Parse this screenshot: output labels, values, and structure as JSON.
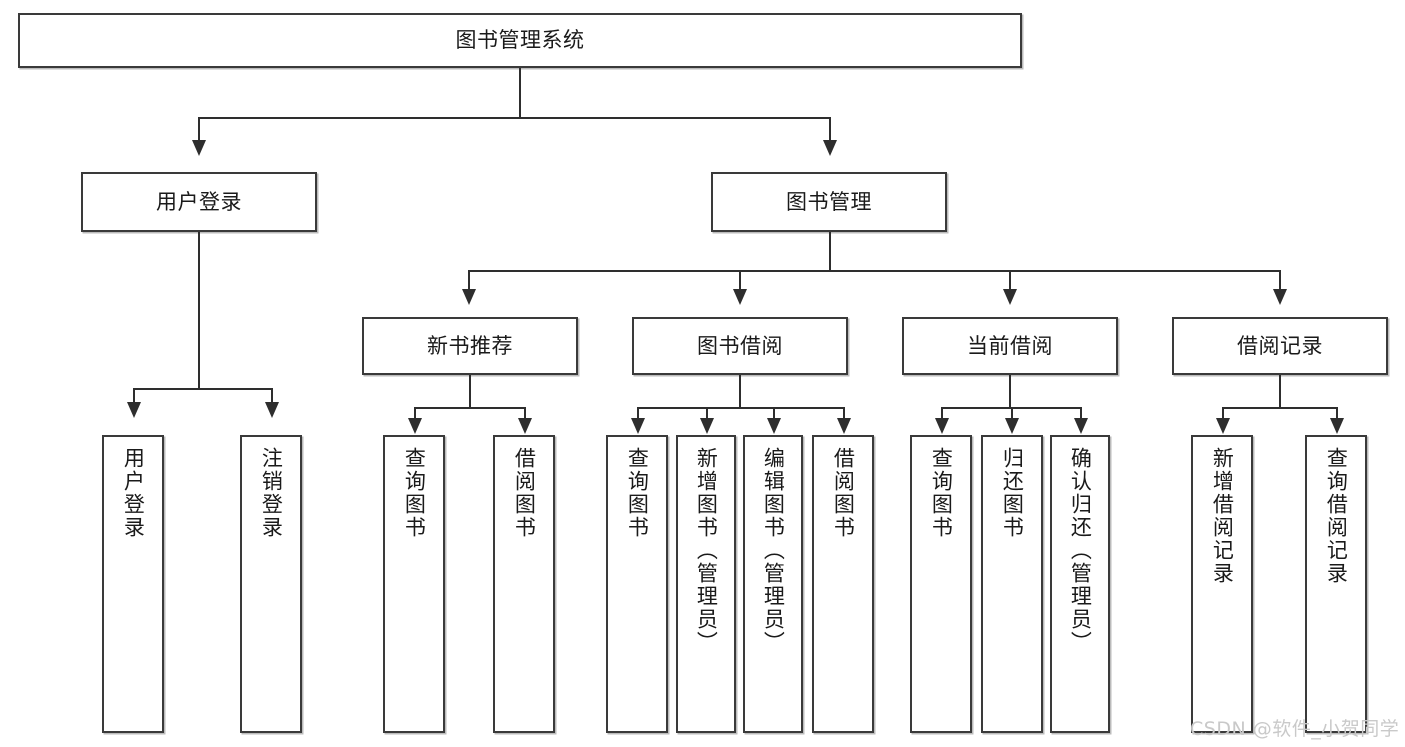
{
  "diagram": {
    "title": "图书管理系统",
    "type": "tree-hierarchy",
    "root": {
      "label": "图书管理系统"
    },
    "level1": [
      {
        "label": "用户登录"
      },
      {
        "label": "图书管理"
      }
    ],
    "level2": [
      {
        "label": "新书推荐"
      },
      {
        "label": "图书借阅"
      },
      {
        "label": "当前借阅"
      },
      {
        "label": "借阅记录"
      }
    ],
    "leaves": {
      "user_login": [
        {
          "label": "用户登录"
        },
        {
          "label": "注销登录"
        }
      ],
      "new_book_recommend": [
        {
          "label": "查询图书"
        },
        {
          "label": "借阅图书"
        }
      ],
      "book_borrow": [
        {
          "label": "查询图书"
        },
        {
          "label": "新增图书（管理员）"
        },
        {
          "label": "编辑图书（管理员）"
        },
        {
          "label": "借阅图书"
        }
      ],
      "current_borrow": [
        {
          "label": "查询图书"
        },
        {
          "label": "归还图书"
        },
        {
          "label": "确认归还（管理员）"
        }
      ],
      "borrow_record": [
        {
          "label": "新增借阅记录"
        },
        {
          "label": "查询借阅记录"
        }
      ]
    }
  },
  "watermark": {
    "text": "CSDN @软件_小贺同学"
  },
  "colors": {
    "box_border": "#3a3a3a",
    "line": "#2e2e2e",
    "text": "#1a1a1a",
    "background": "#ffffff",
    "watermark": "#c9c9c9"
  }
}
